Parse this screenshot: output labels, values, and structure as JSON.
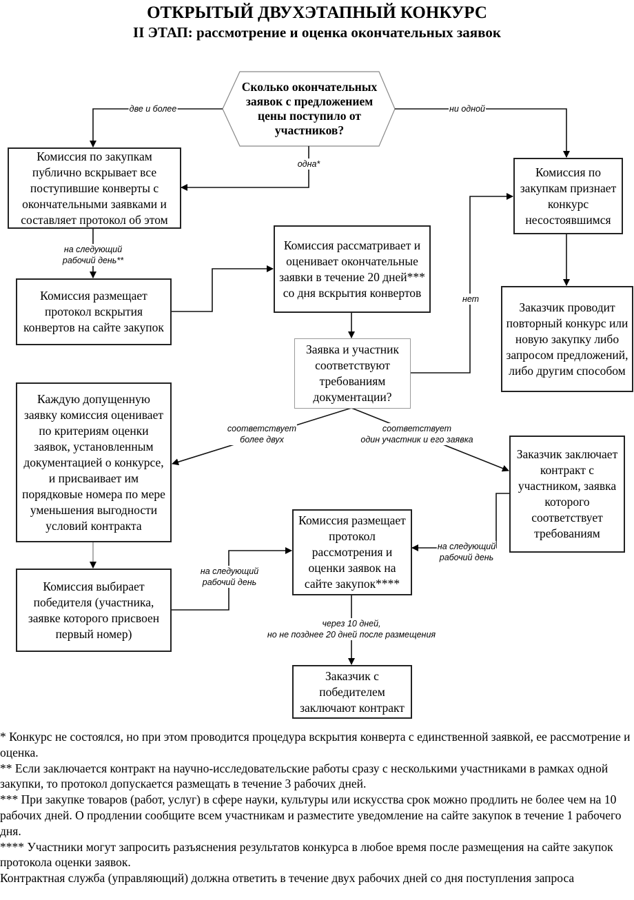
{
  "title": {
    "line1": "ОТКРЫТЫЙ ДВУХЭТАПНЫЙ КОНКУРС",
    "line2": "II ЭТАП: рассмотрение и оценка окончательных заявок"
  },
  "nodes": {
    "decision_count": "Сколько окончательных заявок с предложением цены поступило от участников?",
    "open_envelopes": "Комиссия по закупкам публично вскрывает все поступившие конверты с окончательными заявками и составляет протокол об этом",
    "contest_failed": "Комиссия по закупкам признает конкурс несостоявшимся",
    "publish_opening": "Комиссия размещает протокол вскрытия конвертов на сайте закупок",
    "review_20_days": "Комиссия рассматривает и оценивает окончательные заявки в течение 20 дней*** со дня вскрытия конвертов",
    "decision_compliance": "Заявка и участник соответствуют требованиям документации?",
    "repeat_procurement": "Заказчик проводит повторный конкурс или новую закупку либо запросом предложений, либо другим способом",
    "evaluate_rank": "Каждую допущенную заявку комиссия оценивает по критериям оценки заявок, установленным документацией о конкурсе, и присваивает им порядковые номера по мере уменьшения выгодности условий контракта",
    "single_contract": "Заказчик заключает контракт с участником, заявка которого соответствует требованиям",
    "publish_protocol": "Комиссия размещает протокол рассмотрения и оценки заявок на сайте закупок****",
    "choose_winner": "Комиссия выбирает победителя (участника, заявке которого присвоен первый номер)",
    "sign_contract": "Заказчик с победителем заключают контракт"
  },
  "edges": {
    "two_or_more": "две и более",
    "none": "ни одной",
    "one": "одна*",
    "next_day_1": "на следующий",
    "next_day_1b": "рабочий день**",
    "no": "нет",
    "more_than_two_a": "соответствует",
    "more_than_two_b": "более двух",
    "one_participant_a": "соответствует",
    "one_participant_b": "один участник и его заявка",
    "next_day_2": "на следующий",
    "next_day_2b": "рабочий день",
    "next_day_3": "на следующий",
    "next_day_3b": "рабочий день",
    "after_10_a": "через 10 дней,",
    "after_10_b": "но не позднее 20 дней после размещения"
  },
  "footnotes": [
    "* Конкурс не состоялся, но при этом проводится процедура вскрытия конверта с единственной заявкой, ее рассмотрение и оценка.",
    "** Если заключается контракт на научно-исследовательские работы сразу с несколькими участниками в рамках одной закупки, то протокол допускается размещать в течение 3 рабочих дней.",
    "*** При закупке товаров (работ, услуг) в сфере науки, культуры или искусства срок можно продлить не более чем на 10 рабочих дней. О продлении сообщите всем участникам и разместите уведомление на сайте закупок в течение 1 рабочего дня.",
    "**** Участники могут запросить разъяснения результатов конкурса в любое время после размещения на сайте закупок протокола оценки заявок.",
    "Контрактная служба (управляющий) должна ответить в течение двух рабочих дней со дня поступления запроса"
  ]
}
